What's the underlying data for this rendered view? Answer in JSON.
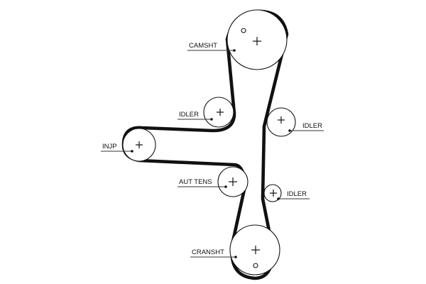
{
  "diagram": {
    "labels": {
      "camshaft": "CAMSHT",
      "idler_upper_left": "IDLER",
      "idler_right": "IDLER",
      "injection_pump": "INJP",
      "auto_tensioner": "AUT TENS",
      "idler_lower_right": "IDLER",
      "crankshaft": "CRANSHT"
    },
    "colors": {
      "belt": "#111111",
      "background": "#ffffff"
    }
  }
}
